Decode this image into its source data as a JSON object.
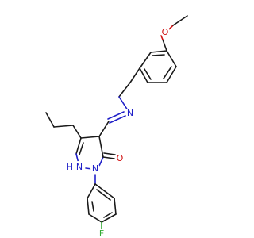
{
  "molecule": {
    "atoms": {
      "methoxy_o": "O",
      "imine_n": "N",
      "ring_nh": "N",
      "ring_nh_h": "H",
      "ring_n": "N",
      "carbonyl_o": "O",
      "fluorine": "F"
    },
    "colors": {
      "carbon_bond": "#1a1a1a",
      "nitrogen": "#2020c8",
      "oxygen": "#d01010",
      "fluorine": "#33aa33",
      "background": "#ffffff"
    }
  }
}
